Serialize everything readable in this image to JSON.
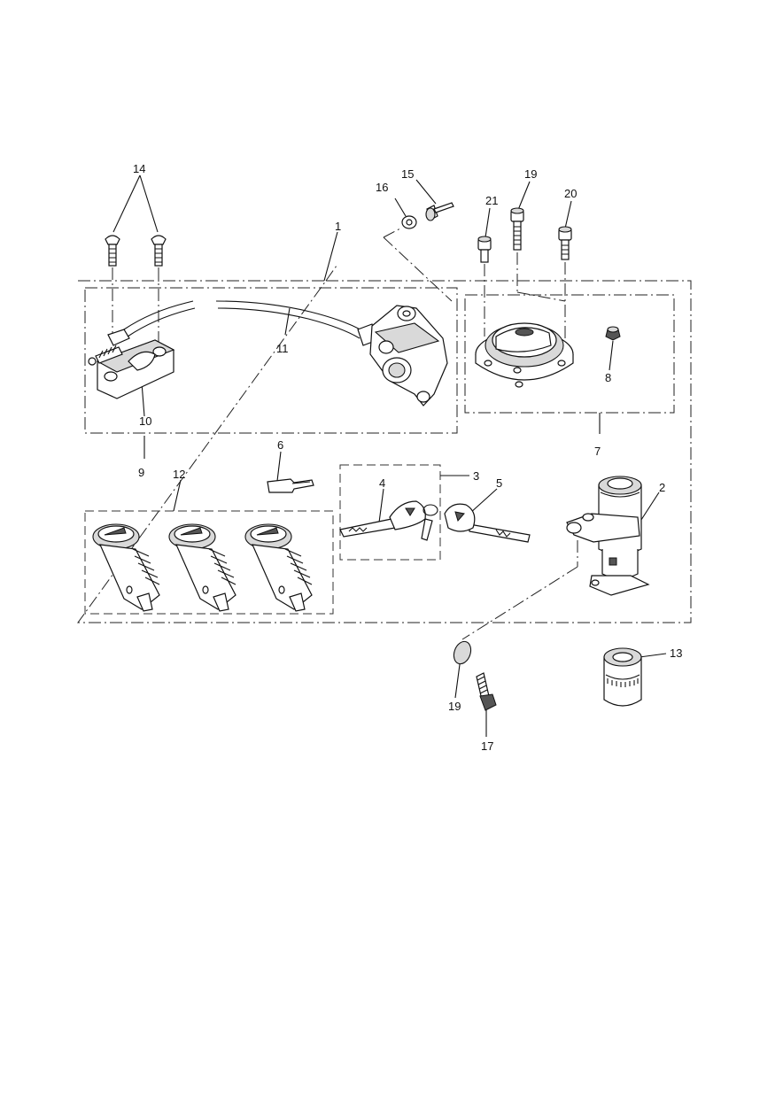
{
  "diagram": {
    "callouts": {
      "c1": "1",
      "c2": "2",
      "c3": "3",
      "c4": "4",
      "c5": "5",
      "c6": "6",
      "c7": "7",
      "c8": "8",
      "c9": "9",
      "c10": "10",
      "c11": "11",
      "c12": "12",
      "c13": "13",
      "c14": "14",
      "c15": "15",
      "c16": "16",
      "c17": "17",
      "c19a": "19",
      "c19b": "19",
      "c20": "20",
      "c21": "21"
    }
  }
}
